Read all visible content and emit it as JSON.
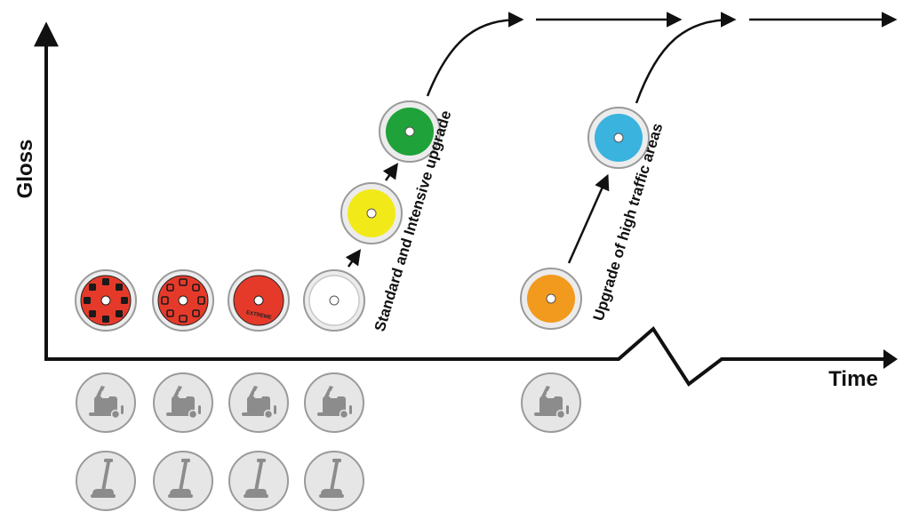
{
  "diagram": {
    "y_axis_label": "Gloss",
    "x_axis_label": "Time",
    "annotation_upgrade": "Standard and Intensive upgrade",
    "annotation_high_traffic": "Upgrade of high traffic areas",
    "pad_extreme_text": "EXTREME"
  },
  "pads": [
    {
      "name": "red-segmented-pad-1",
      "color": "#e53a2a"
    },
    {
      "name": "red-segmented-pad-2",
      "color": "#e53a2a"
    },
    {
      "name": "red-extreme-pad",
      "color": "#e53a2a"
    },
    {
      "name": "white-pad",
      "color": "#ffffff"
    },
    {
      "name": "yellow-pad",
      "color": "#f2ea18"
    },
    {
      "name": "green-pad",
      "color": "#1fa23a"
    },
    {
      "name": "orange-pad",
      "color": "#f29a1d"
    },
    {
      "name": "blue-pad",
      "color": "#3ab3df"
    }
  ],
  "machine_icons": [
    "ride-on-scrubber-icon",
    "walk-behind-machine-icon"
  ],
  "colors": {
    "axis": "#111111",
    "icon_circle_fill": "#e6e6e6",
    "icon_circle_stroke": "#9a9a9a",
    "machine_gray": "#8c8c8c"
  }
}
